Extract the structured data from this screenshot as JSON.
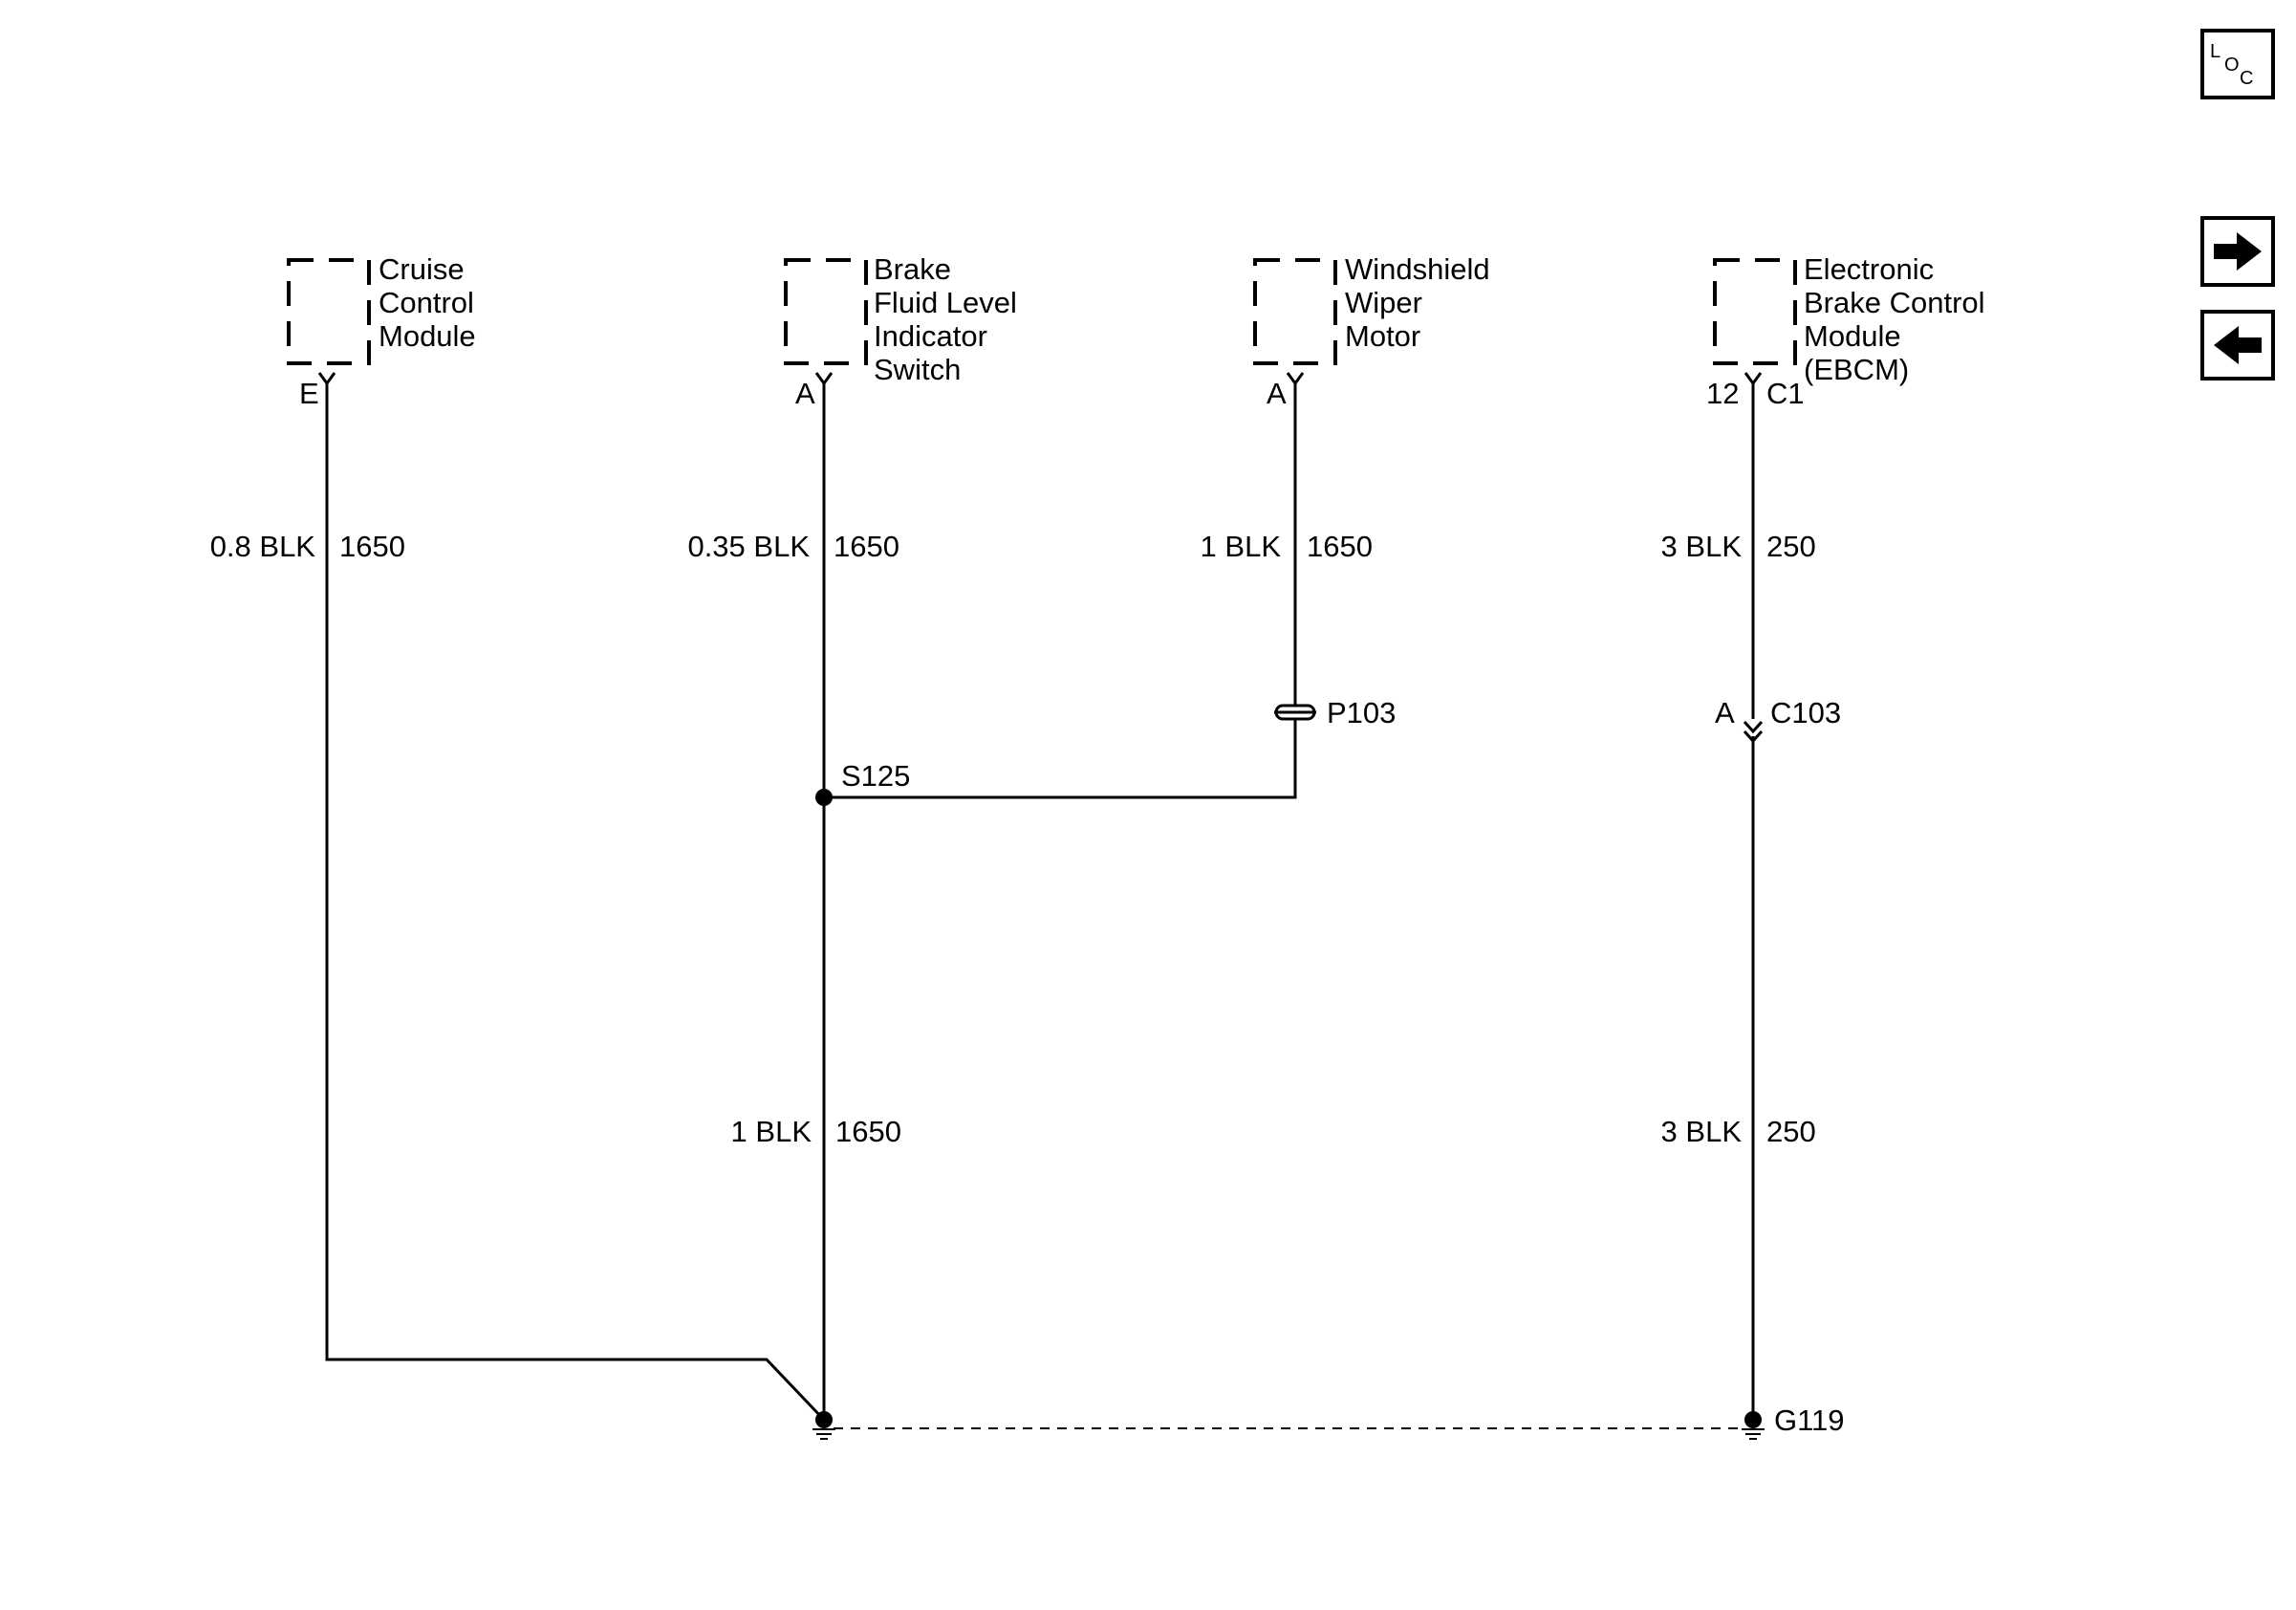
{
  "components": {
    "cruise": {
      "lines": [
        "Cruise",
        "Control",
        "Module"
      ],
      "pin": "E"
    },
    "brake_switch": {
      "lines": [
        "Brake",
        "Fluid Level",
        "Indicator",
        "Switch"
      ],
      "pin": "A"
    },
    "wiper": {
      "lines": [
        "Windshield",
        "Wiper",
        "Motor"
      ],
      "pin": "A"
    },
    "ebcm": {
      "lines": [
        "Electronic",
        "Brake Control",
        "Module",
        "(EBCM)"
      ],
      "pin": "12",
      "connector": "C1"
    }
  },
  "wires": {
    "cruise_top": {
      "gauge_color": "0.8 BLK",
      "circuit": "1650"
    },
    "brake_top": {
      "gauge_color": "0.35 BLK",
      "circuit": "1650"
    },
    "wiper_top": {
      "gauge_color": "1 BLK",
      "circuit": "1650"
    },
    "ebcm_top": {
      "gauge_color": "3 BLK",
      "circuit": "250"
    },
    "brake_bottom": {
      "gauge_color": "1 BLK",
      "circuit": "1650"
    },
    "ebcm_bottom": {
      "gauge_color": "3 BLK",
      "circuit": "250"
    }
  },
  "splice": {
    "name": "S125"
  },
  "pass_through": {
    "name": "P103"
  },
  "inline_connector": {
    "pin": "A",
    "name": "C103"
  },
  "ground": {
    "name": "G119"
  },
  "nav": {
    "loc_icon_text": {
      "l": "L",
      "o": "O",
      "c": "C"
    },
    "next_icon": "arrow-right-icon",
    "prev_icon": "arrow-left-icon"
  }
}
